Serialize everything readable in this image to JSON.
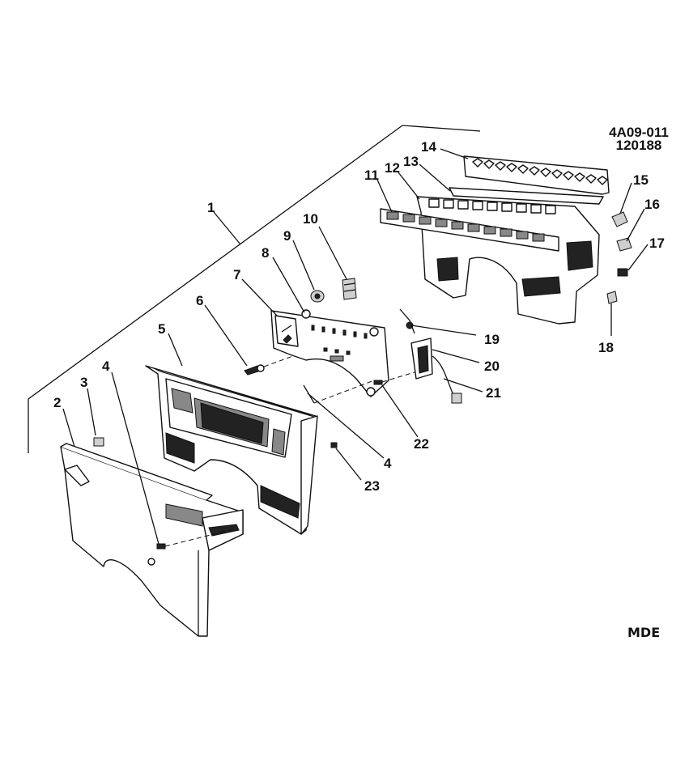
{
  "figure": {
    "ref_code": "4A09-011",
    "ref_number": "120188",
    "brand_mark": "MDE"
  },
  "callouts": [
    "1",
    "2",
    "3",
    "4",
    "5",
    "6",
    "7",
    "8",
    "9",
    "10",
    "11",
    "12",
    "13",
    "14",
    "15",
    "16",
    "17",
    "18",
    "19",
    "20",
    "21",
    "22",
    "4",
    "23"
  ]
}
